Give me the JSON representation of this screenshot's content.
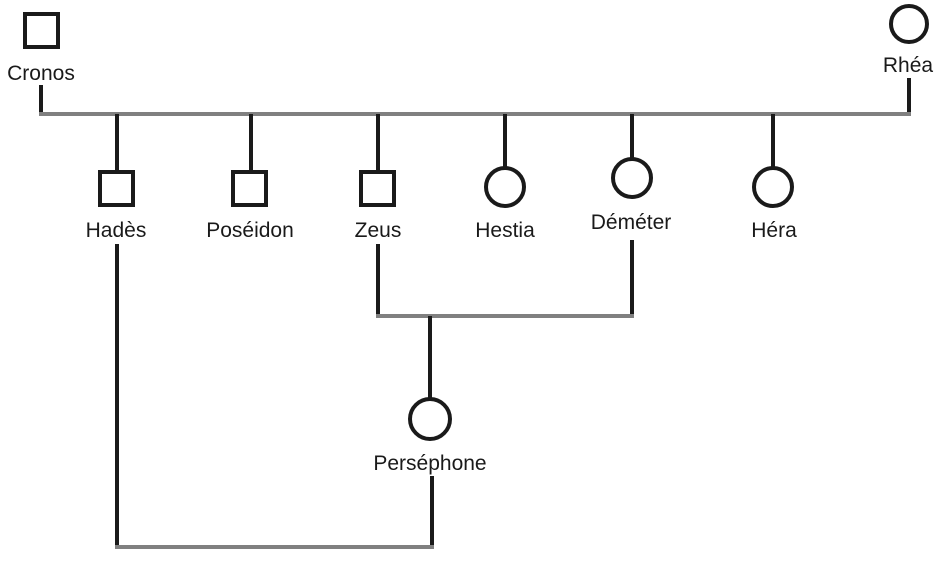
{
  "tree": {
    "people": {
      "cronos": {
        "name": "Cronos",
        "sex": "male"
      },
      "rhea": {
        "name": "Rhéa",
        "sex": "female"
      },
      "hades": {
        "name": "Hadès",
        "sex": "male"
      },
      "poseidon": {
        "name": "Poséidon",
        "sex": "male"
      },
      "zeus": {
        "name": "Zeus",
        "sex": "male"
      },
      "hestia": {
        "name": "Hestia",
        "sex": "female"
      },
      "demeter": {
        "name": "Déméter",
        "sex": "female"
      },
      "hera": {
        "name": "Héra",
        "sex": "female"
      },
      "persephone": {
        "name": "Perséphone",
        "sex": "female"
      }
    },
    "unions": [
      {
        "partners": [
          "Cronos",
          "Rhéa"
        ],
        "children": [
          "Hadès",
          "Poséidon",
          "Zeus",
          "Hestia",
          "Déméter",
          "Héra"
        ]
      },
      {
        "partners": [
          "Zeus",
          "Déméter"
        ],
        "children": [
          "Perséphone"
        ]
      },
      {
        "partners": [
          "Hadès",
          "Perséphone"
        ],
        "children": []
      }
    ],
    "colors": {
      "node_stroke": "#1a1a1a",
      "union_line": "#808080",
      "background": "#ffffff"
    },
    "legend": {
      "male": "square",
      "female": "circle"
    }
  }
}
